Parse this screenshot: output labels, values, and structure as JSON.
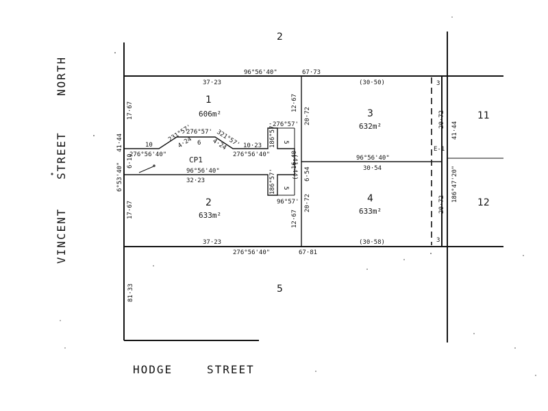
{
  "plan": {
    "streets": {
      "vincent": "VINCENT",
      "street_w": "STREET",
      "north": "NORTH",
      "hodge": "HODGE",
      "street_s": "STREET"
    },
    "neighbours": {
      "north": "2",
      "south": "5",
      "east_upper": "11",
      "east_lower": "12"
    },
    "lots": [
      {
        "number": "1",
        "area": "606m²"
      },
      {
        "number": "2",
        "area": "633m²"
      },
      {
        "number": "3",
        "area": "632m²"
      },
      {
        "number": "4",
        "area": "633m²"
      }
    ],
    "common_property": "CP1",
    "easement": "E-1",
    "labels": {
      "top_bearing": "96°56'40\"",
      "top_total": "67·73",
      "lot1_top": "37·23",
      "lot3_top": "(30·50)",
      "east_top_3": "3",
      "lot1_left": "17·67",
      "west_upper": "41·44",
      "cp_left": "6·10",
      "bearing_west": "6°53'40\"",
      "lot2_left": "17·67",
      "cp_10": "10",
      "cp_bearing_a": "276°56'40\"",
      "cp_bearing_b": "231°57'",
      "cp_4_24_a": "4·24",
      "cp_276_57": "276°57'",
      "cp_6": "6",
      "cp_bearing_c": "321°57'",
      "cp_4_24_b": "4·24",
      "cp_10_23": "10·23",
      "cp_bearing_d": "276°56'40\"",
      "cp_186_57_a": "186°57'",
      "cp_5_a": "5",
      "cp_276_57_b": "276°57'",
      "lot1_right": "12·67",
      "lot3_left": "20·72",
      "paren_41_44": "(41·44)",
      "mid_16_40": "16·40",
      "mid_6_54": "6·54",
      "mid_bearing": "96°56'40\"",
      "mid_30_54": "30·54",
      "cp_south_bearing": "96°56'40\"",
      "lot2_top": "32·23",
      "cp_186_57_b": "186°57'",
      "cp_5_b": "5",
      "cp_96_57": "96°57'",
      "lot2_right": "12·67",
      "lot4_left": "20·72",
      "east_20_72_a": "20·72",
      "east_20_72_b": "20·72",
      "east_41_44": "41·44",
      "east_bearing": "186°47'20\"",
      "bottom_37_23": "37·23",
      "bottom_30_58": "(30·58)",
      "east_bottom_3": "3",
      "bottom_bearing": "276°56'40\"",
      "bottom_total": "67·81",
      "west_lower": "81·33"
    }
  }
}
